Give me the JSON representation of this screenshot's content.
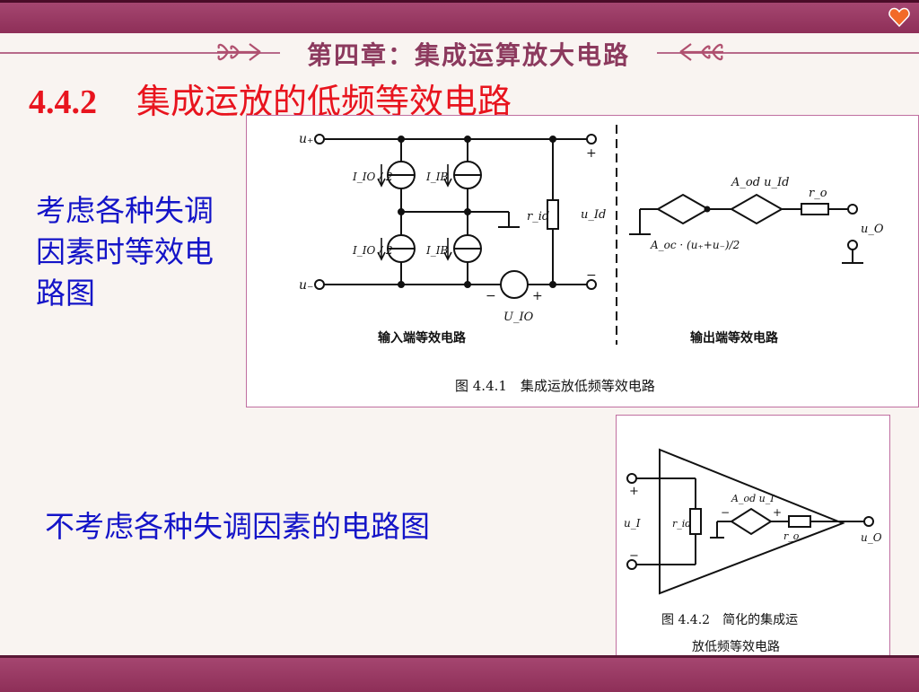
{
  "header": {
    "chapter_title": "第四章：集成运算放大电路",
    "section_number": "4.4.2",
    "section_title": "集成运放的低频等效电路"
  },
  "notes": {
    "left_note": "考虑各种失调因素时等效电路图",
    "bottom_note": "不考虑各种失调因素的电路图"
  },
  "figure1": {
    "caption": "图 4.4.1　集成运放低频等效电路",
    "input_section_label": "输入端等效电路",
    "output_section_label": "输出端等效电路",
    "labels": {
      "u_plus": "u₊",
      "u_minus": "u₋",
      "plus_sign": "+",
      "minus_sign": "−",
      "i_io_half": "I_IO / 2",
      "i_ib": "I_IB",
      "r_id": "r_id",
      "u_id": "u_Id",
      "u_io": "U_IO",
      "a_od_u_id": "A_od u_Id",
      "a_oc_term": "A_oc · (u₊+u₋)/2",
      "r_o": "r_o",
      "u_o": "u_O"
    }
  },
  "figure2": {
    "caption_line1": "图 4.4.2　简化的集成运",
    "caption_line2": "放低频等效电路",
    "labels": {
      "u_i": "u_I",
      "r_id": "r_id",
      "a_od_u_i": "A_od u_I",
      "r_o": "r_o",
      "u_o": "u_O",
      "plus_sign": "+",
      "minus_sign": "−"
    }
  },
  "colors": {
    "bar": "#9b3c66",
    "title_red": "#e8141e",
    "note_blue": "#1414c8",
    "chapter_title": "#8c3a5e",
    "figure_border": "#c06fa0"
  },
  "icons": {
    "corner": "heart-icon",
    "title_decoration": "arrow-flourish-icon"
  }
}
